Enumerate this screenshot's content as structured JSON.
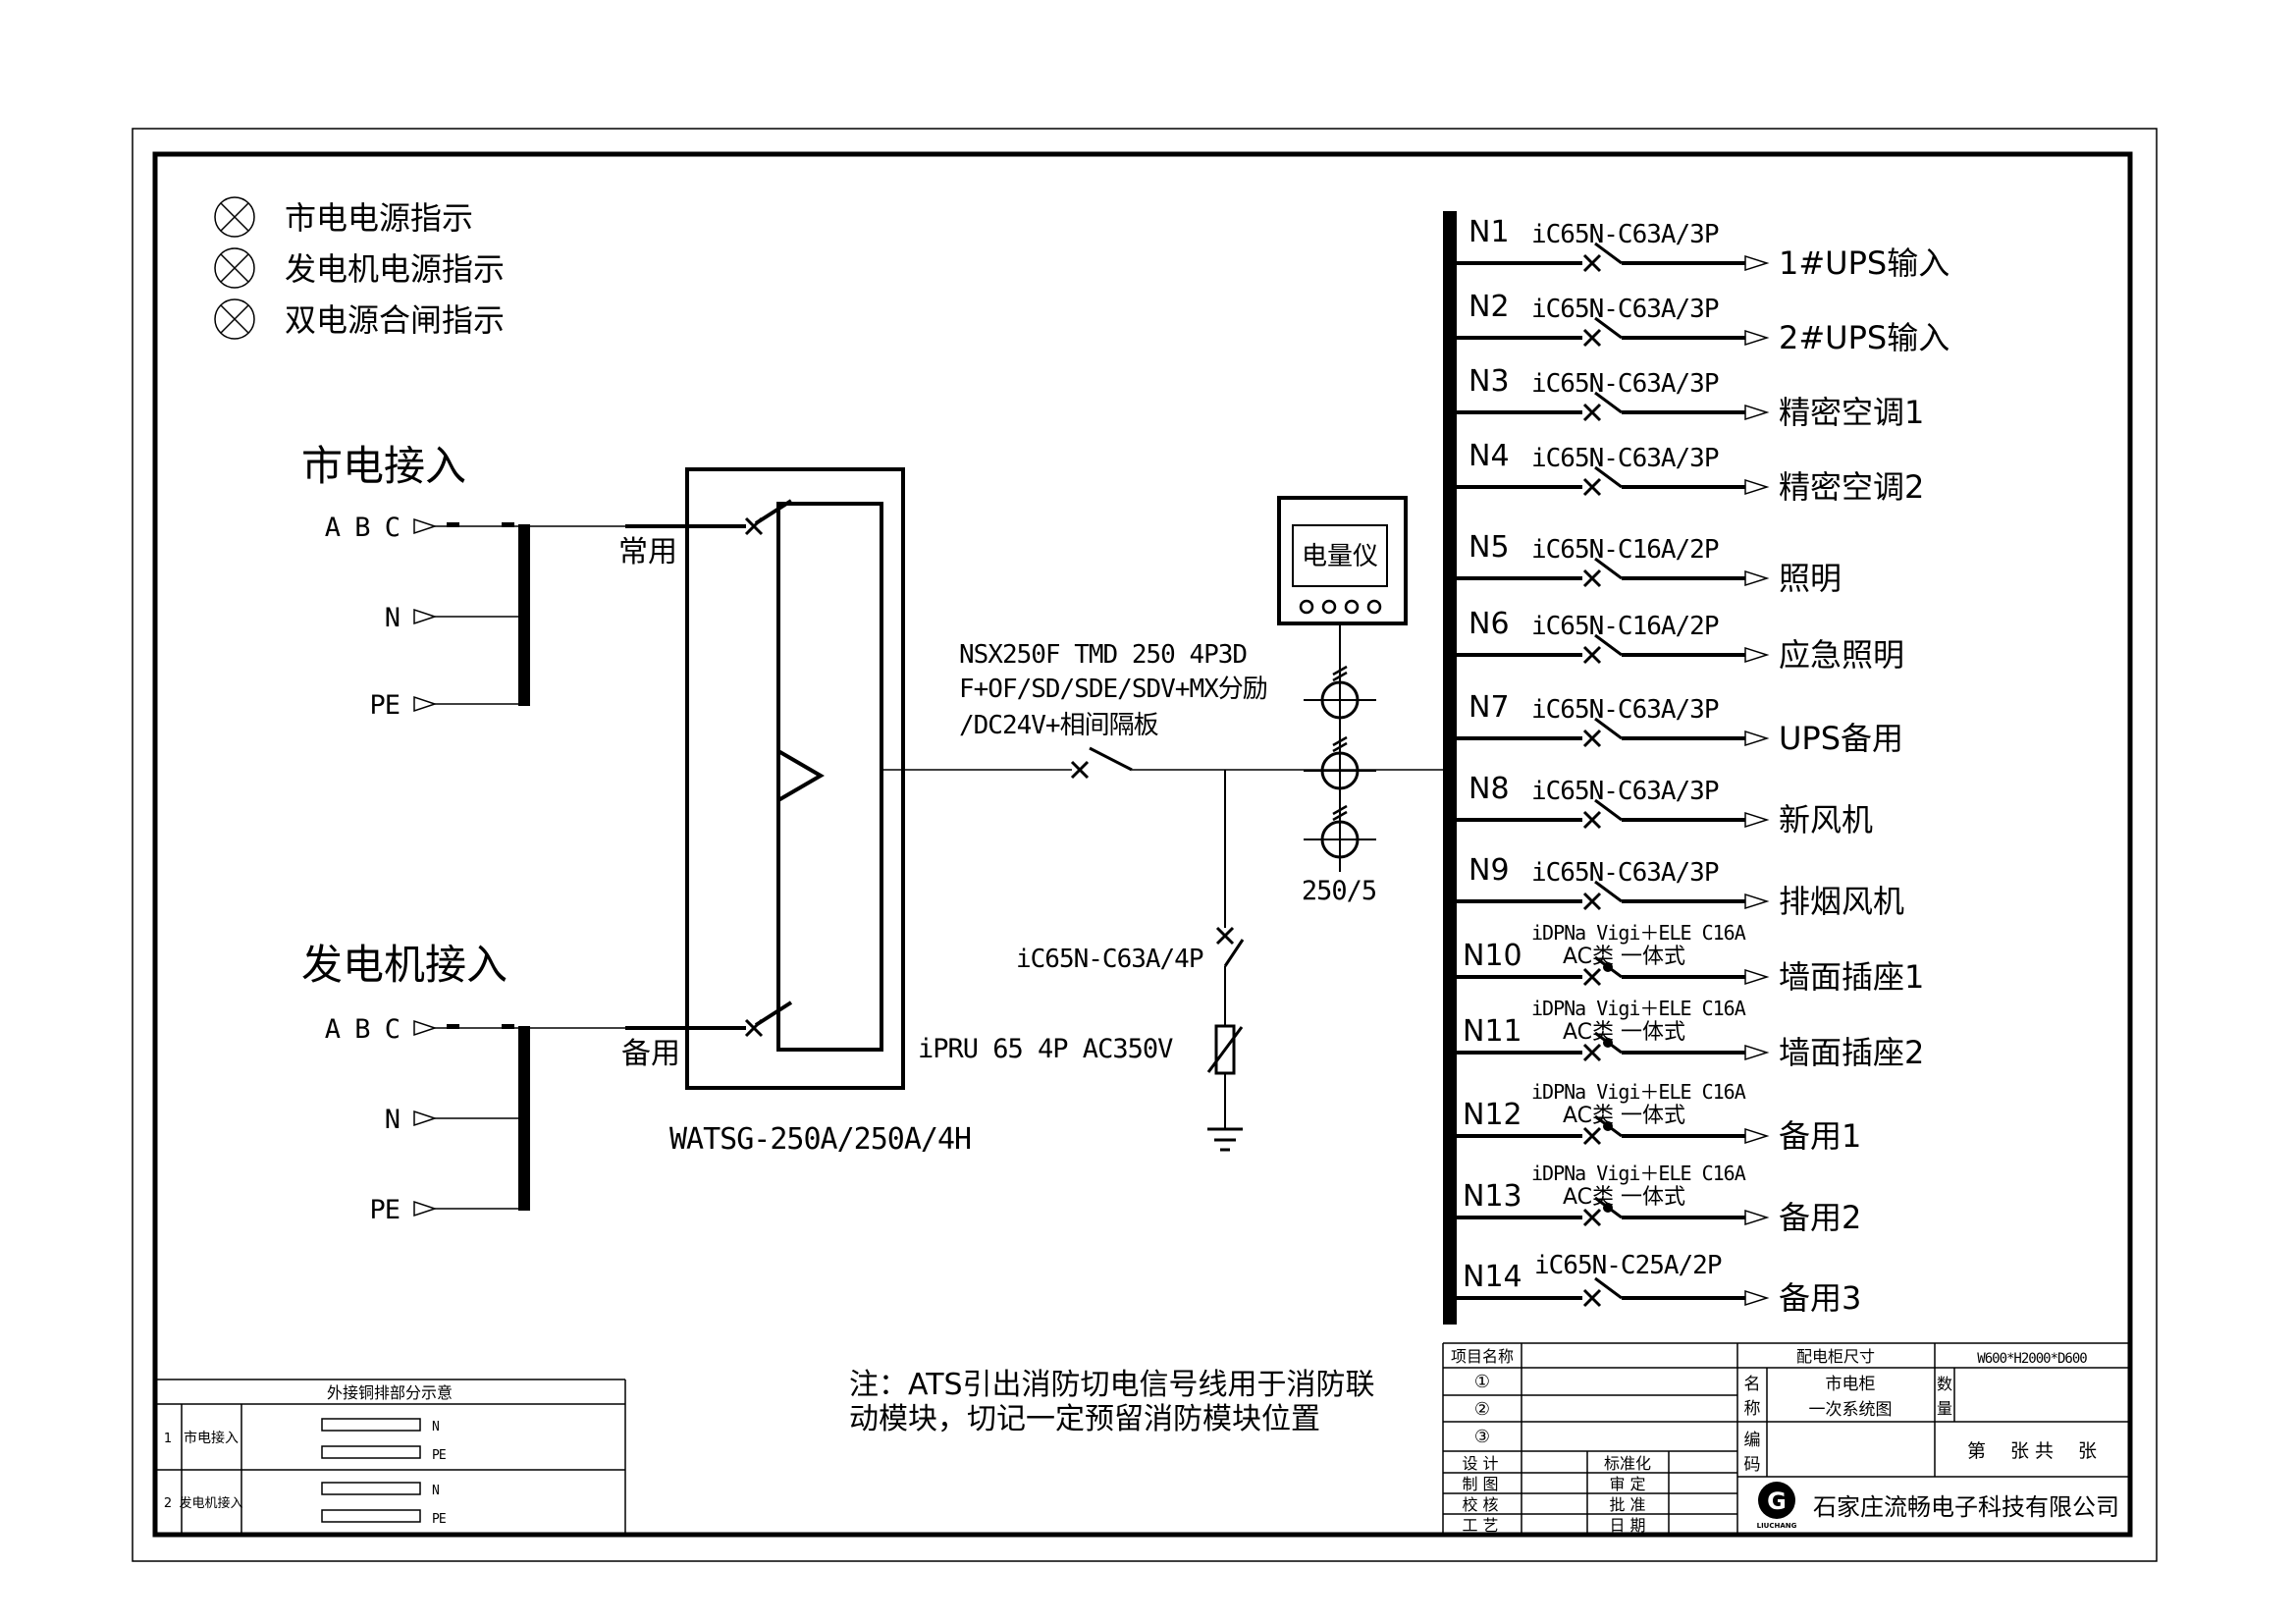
{
  "legend": [
    "市电电源指示",
    "发电机电源指示",
    "双电源合闸指示"
  ],
  "sources": {
    "mains": {
      "title": "市电接入",
      "phases": "A B C",
      "n": "N",
      "pe": "PE",
      "mode": "常用"
    },
    "generator": {
      "title": "发电机接入",
      "phases": "A B C",
      "n": "N",
      "pe": "PE",
      "mode": "备用"
    }
  },
  "ats": {
    "model": "WATSG-250A/250A/4H"
  },
  "main_breaker": {
    "l1": "NSX250F TMD 250 4P3D",
    "l2": "F+OF/SD/SDE/SDV+MX分励",
    "l3": "/DC24V+相间隔板"
  },
  "meter": {
    "label": "电量仪",
    "ct_ratio": "250/5"
  },
  "spd": {
    "breaker": "iC65N-C63A/4P",
    "device": "iPRU 65 4P AC350V"
  },
  "branches": [
    {
      "id": "N1",
      "device": "iC65N-C63A/3P",
      "load": "1#UPS输入"
    },
    {
      "id": "N2",
      "device": "iC65N-C63A/3P",
      "load": "2#UPS输入"
    },
    {
      "id": "N3",
      "device": "iC65N-C63A/3P",
      "load": "精密空调1"
    },
    {
      "id": "N4",
      "device": "iC65N-C63A/3P",
      "load": "精密空调2"
    },
    {
      "id": "N5",
      "device": "iC65N-C16A/2P",
      "load": "照明"
    },
    {
      "id": "N6",
      "device": "iC65N-C16A/2P",
      "load": "应急照明"
    },
    {
      "id": "N7",
      "device": "iC65N-C63A/3P",
      "load": "UPS备用"
    },
    {
      "id": "N8",
      "device": "iC65N-C63A/3P",
      "load": "新风机"
    },
    {
      "id": "N9",
      "device": "iC65N-C63A/3P",
      "load": "排烟风机"
    },
    {
      "id": "N10",
      "device_line1": "iDPNa Vigi＋ELE C16A",
      "device_line2": "AC类 一体式",
      "load": "墙面插座1"
    },
    {
      "id": "N11",
      "device_line1": "iDPNa Vigi＋ELE C16A",
      "device_line2": "AC类 一体式",
      "load": "墙面插座2"
    },
    {
      "id": "N12",
      "device_line1": "iDPNa Vigi＋ELE C16A",
      "device_line2": "AC类 一体式",
      "load": "备用1"
    },
    {
      "id": "N13",
      "device_line1": "iDPNa Vigi＋ELE C16A",
      "device_line2": "AC类 一体式",
      "load": "备用2"
    },
    {
      "id": "N14",
      "device": "iC65N-C25A/2P",
      "load": "备用3"
    }
  ],
  "note": {
    "l1": "注：ATS引出消防切电信号线用于消防联",
    "l2": "动模块，切记一定预留消防模块位置"
  },
  "copper_table": {
    "title": "外接铜排部分示意",
    "rows": [
      {
        "no": "1",
        "name": "市电接入",
        "bar1": "N",
        "bar2": "PE"
      },
      {
        "no": "2",
        "name": "发电机接入",
        "bar1": "N",
        "bar2": "PE"
      }
    ]
  },
  "title_block": {
    "project_label": "项目名称",
    "row1": "①",
    "row2": "②",
    "row3": "③",
    "design": "设  计",
    "standard": "标准化",
    "drawn": "制  图",
    "review": "审  定",
    "check": "校  核",
    "approve": "批  准",
    "process": "工  艺",
    "date": "日  期",
    "size_label": "配电柜尺寸",
    "size_value": "W600*H2000*D600",
    "name_c1": "名",
    "name_c2": "称",
    "name_value1": "市电柜",
    "name_value2": "一次系统图",
    "qty_c1": "数",
    "qty_c2": "量",
    "code_c1": "编",
    "code_c2": "码",
    "sheet": "第　 张 共　 张",
    "logo_glyph": "G",
    "logo_caption": "LIUCHANG",
    "company": "石家庄流畅电子科技有限公司"
  }
}
